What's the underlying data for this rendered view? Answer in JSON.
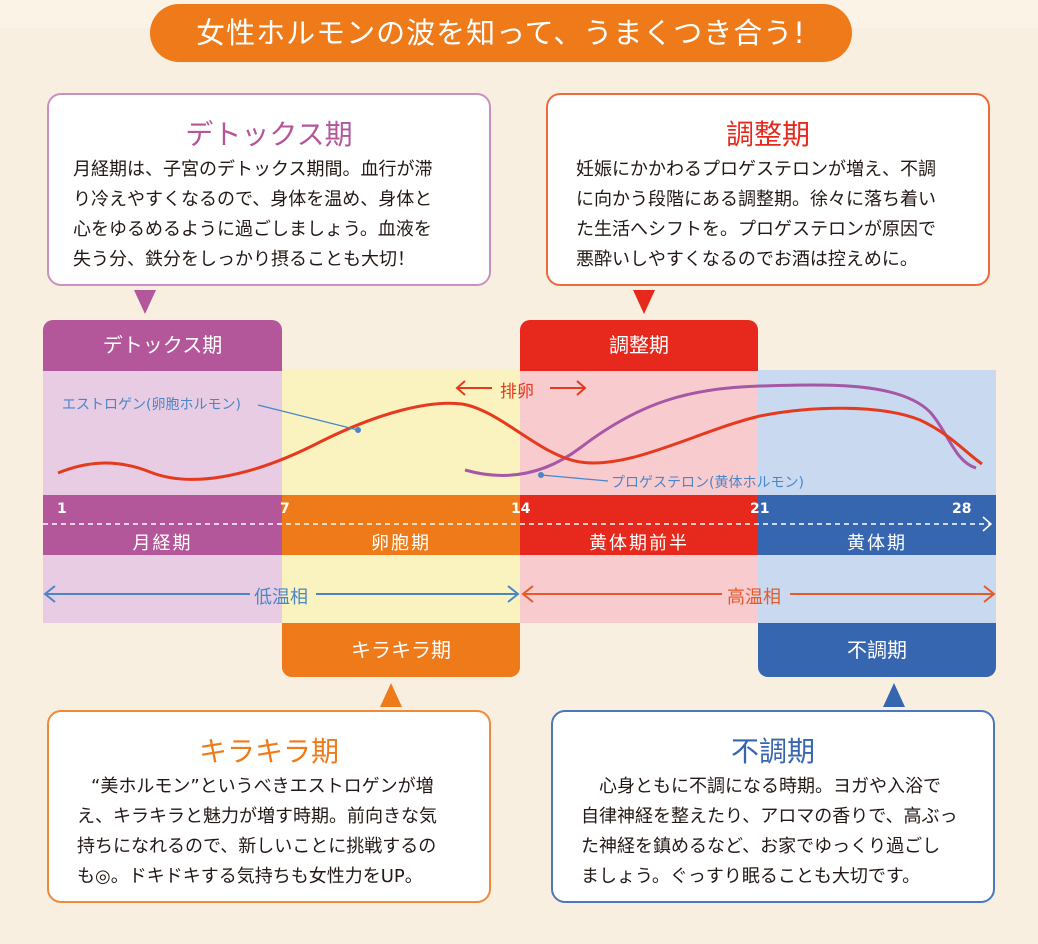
{
  "banner": {
    "title": "女性ホルモンの波を知って、うまくつき合う!"
  },
  "boxes": {
    "detox": {
      "title": "デトックス期",
      "lines": [
        "月経期は、子宮のデトックス期間。血行が滞",
        "り冷えやすくなるので、身体を温め、身体と",
        "心をゆるめるように過ごしましょう。血液を",
        "失う分、鉄分をしっかり摂ることも大切！"
      ]
    },
    "adjust": {
      "title": "調整期",
      "lines": [
        "妊娠にかかわるプロゲステロンが増え、不調",
        "に向かう段階にある調整期。徐々に落ち着い",
        "た生活へシフトを。プロゲステロンが原因で",
        "悪酔いしやすくなるのでお酒は控えめに。"
      ]
    },
    "kirakira": {
      "title": "キラキラ期",
      "lines": [
        "“美ホルモン”というべきエストロゲンが増",
        "え、キラキラと魅力が増す時期。前向きな気",
        "持ちになれるので、新しいことに挑戦するの",
        "も◎。ドキドキする気持ちも女性力をUP。"
      ]
    },
    "fucho": {
      "title": "不調期",
      "lines": [
        "心身ともに不調になる時期。ヨガや入浴で",
        "自律神経を整えたり、アロマの香りで、高ぶっ",
        "た神経を鎮めるなど、お家でゆっくり過ごし",
        "ましょう。ぐっすり眠ることも大切です。"
      ]
    }
  },
  "tabs": {
    "detox": "デトックス期",
    "adjust": "調整期",
    "kirakira": "キラキラ期",
    "fucho": "不調期"
  },
  "labels": {
    "ovulation": "排卵",
    "estrogen": "エストロゲン(卵胞ホルモン)",
    "progesterone": "プロゲステロン(黄体ホルモン)",
    "low_temp": "低温相",
    "high_temp": "高温相"
  },
  "days": [
    "1",
    "7",
    "14",
    "21",
    "28"
  ],
  "segments": [
    "月経期",
    "卵胞期",
    "黄体期前半",
    "黄体期"
  ],
  "colors": {
    "detox": "#b4569a",
    "kirakira": "#ee7a1a",
    "adjust": "#e6291c",
    "fucho": "#3766b1",
    "estrogen": "#e53a1e",
    "progesterone": "#a658a6",
    "annot": "#4a86c8"
  }
}
